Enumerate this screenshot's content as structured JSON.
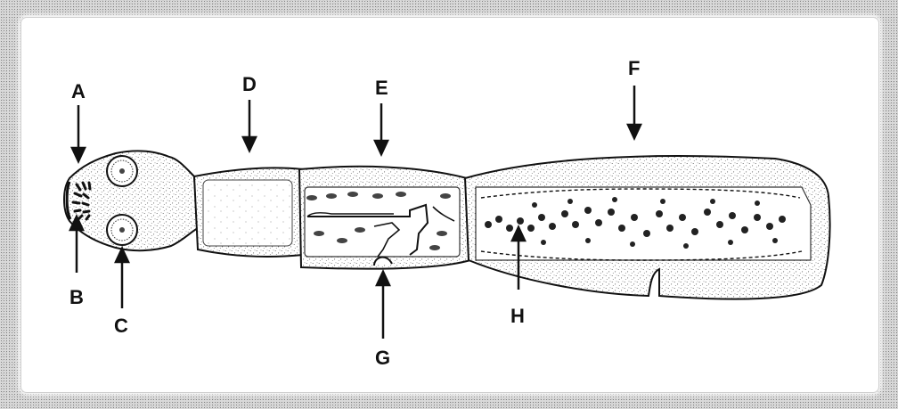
{
  "labels": {
    "a": "A",
    "b": "B",
    "c": "C",
    "d": "D",
    "e": "E",
    "f": "F",
    "g": "G",
    "h": "H"
  },
  "colors": {
    "ink": "#111111",
    "paper": "#ffffff",
    "stipple": "#5a5a5a",
    "frame_texture": "#9a9a9a"
  }
}
